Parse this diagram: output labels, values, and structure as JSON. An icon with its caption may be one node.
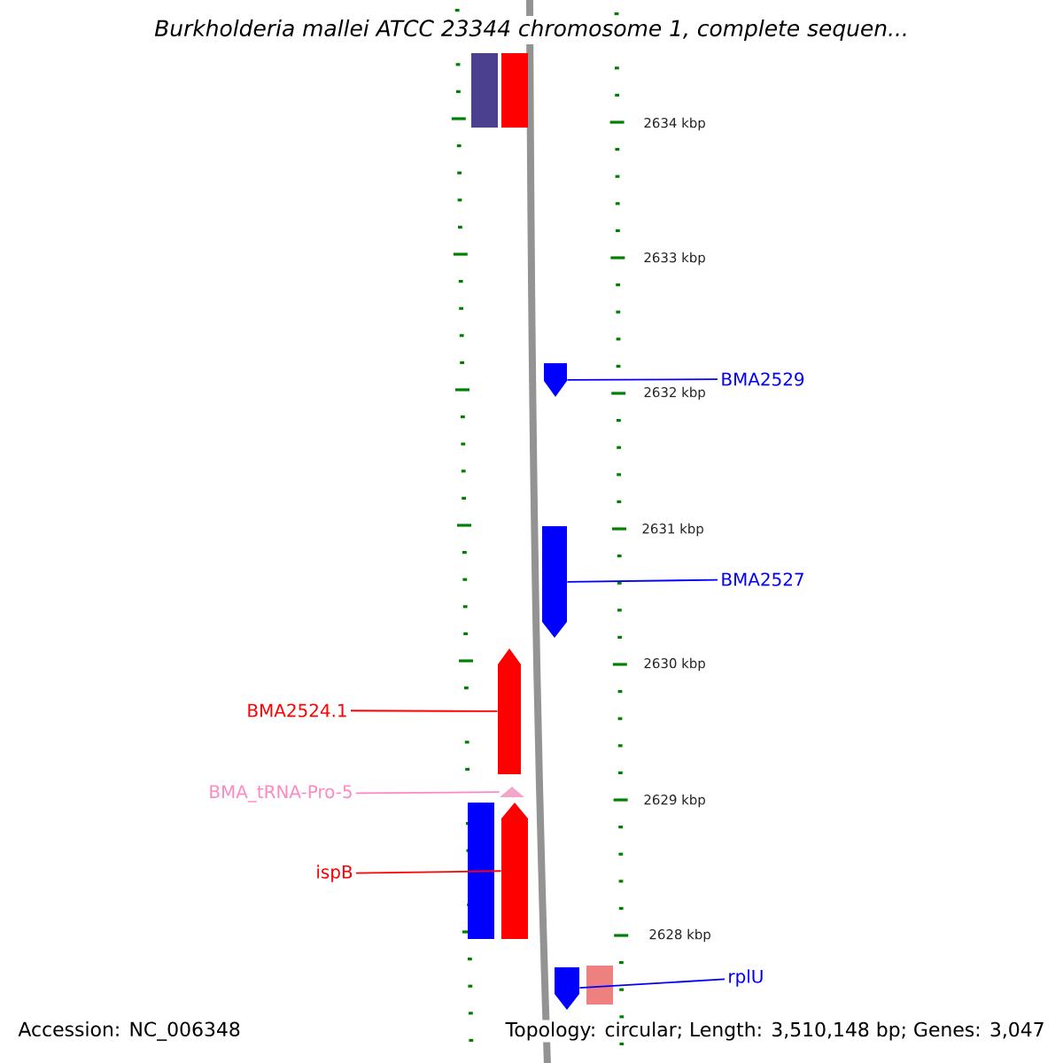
{
  "diagram": {
    "title": "Burkholderia mallei ATCC 23344 chromosome 1, complete sequen...",
    "nodes": [
      {
        "text": [],
        "shape": "bar"
      },
      {
        "text": [],
        "shape": "bar"
      },
      {
        "text": [
          "BMA2529"
        ]
      },
      {
        "text": [],
        "shape": "pentagon"
      },
      {
        "text": [
          "BMA2527"
        ]
      },
      {
        "text": [],
        "shape": "pentagon"
      },
      {
        "text": [
          "BMA2524.1"
        ]
      },
      {
        "text": [],
        "shape": "pentagon"
      },
      {
        "text": [
          "BMA_tRNA-Pro-5"
        ]
      },
      {
        "text": [],
        "shape": "triangle"
      },
      {
        "text": [
          "ispB"
        ]
      },
      {
        "text": [],
        "shape": "bar"
      },
      {
        "text": [],
        "shape": "pentagon"
      },
      {
        "text": [
          "rplU"
        ]
      },
      {
        "text": [],
        "shape": "pentagon"
      },
      {
        "text": [],
        "shape": "bar"
      }
    ],
    "edges": [
      {
        "from": 2,
        "to": 3,
        "arrow": "none",
        "color": "#0000ff"
      },
      {
        "from": 4,
        "to": 5,
        "arrow": "none",
        "color": "#0000ff"
      },
      {
        "from": 6,
        "to": 7,
        "arrow": "none",
        "color": "#ff0000"
      },
      {
        "from": 8,
        "to": 9,
        "arrow": "none",
        "color": "#ff88c0"
      },
      {
        "from": 10,
        "to": 12,
        "arrow": "none",
        "color": "#ff0000"
      },
      {
        "from": 13,
        "to": 14,
        "arrow": "none",
        "color": "#0000ff"
      }
    ],
    "labels": [
      "2634 kbp",
      "2633 kbp",
      "2632 kbp",
      "2631 kbp",
      "2630 kbp",
      "2629 kbp",
      "2628 kbp",
      "Accession: NC_006348",
      "Topology: circular; Length: 3,510,148 bp; Genes: 3,047"
    ]
  }
}
